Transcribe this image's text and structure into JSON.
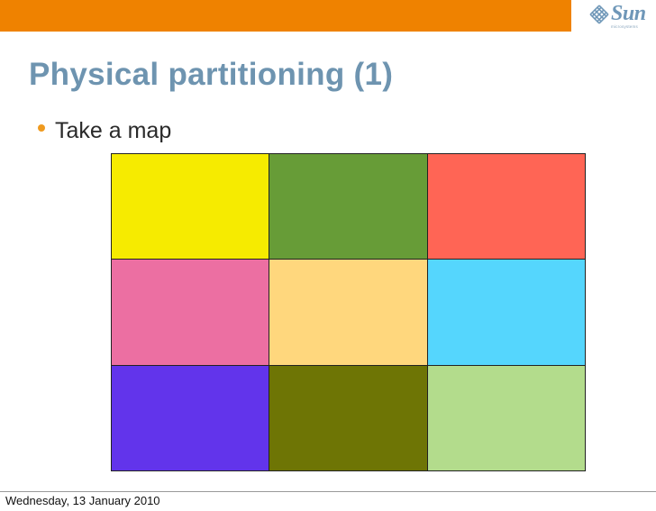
{
  "slide": {
    "title": "Physical partitioning (1)",
    "bullets": [
      "Take a map"
    ]
  },
  "logo": {
    "word": "Sun",
    "sub": "microsystems",
    "icon": "sun-logo-icon"
  },
  "map_regions": [
    {
      "color": "#f6eb00"
    },
    {
      "color": "#679c37"
    },
    {
      "color": "#ff6555"
    },
    {
      "color": "#ec6fa2"
    },
    {
      "color": "#ffd77d"
    },
    {
      "color": "#55d6fd"
    },
    {
      "color": "#6234eb"
    },
    {
      "color": "#6e7505"
    },
    {
      "color": "#b3dc8c"
    }
  ],
  "footer": {
    "date": "Wednesday, 13 January 2010"
  },
  "colors": {
    "header_bar": "#ef8200",
    "title": "#6e94b0",
    "bullet": "#ef9a1f"
  }
}
